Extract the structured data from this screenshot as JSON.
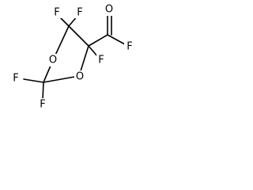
{
  "molecule": {
    "atoms": [
      {
        "id": "F_top_left",
        "symbol": "F"
      },
      {
        "id": "F_top_right",
        "symbol": "F"
      },
      {
        "id": "O_ring_left",
        "symbol": "O"
      },
      {
        "id": "O_ring_right",
        "symbol": "O"
      },
      {
        "id": "F_bottom_left_a",
        "symbol": "F"
      },
      {
        "id": "F_bottom_left_b",
        "symbol": "F"
      },
      {
        "id": "F_ring_right",
        "symbol": "F"
      },
      {
        "id": "O_carbonyl",
        "symbol": "O"
      },
      {
        "id": "F_acyl",
        "symbol": "F"
      }
    ],
    "bonds": [
      {
        "from": "C5",
        "to": "F_top_left",
        "order": 1
      },
      {
        "from": "C5",
        "to": "F_top_right",
        "order": 1
      },
      {
        "from": "C5",
        "to": "C4",
        "order": 1
      },
      {
        "from": "C5",
        "to": "O_ring_left",
        "order": 1
      },
      {
        "from": "O_ring_left",
        "to": "C2",
        "order": 1
      },
      {
        "from": "C2",
        "to": "F_bottom_left_a",
        "order": 1
      },
      {
        "from": "C2",
        "to": "F_bottom_left_b",
        "order": 1
      },
      {
        "from": "C2",
        "to": "O_ring_right",
        "order": 1
      },
      {
        "from": "O_ring_right",
        "to": "C4",
        "order": 1
      },
      {
        "from": "C4",
        "to": "F_ring_right",
        "order": 1
      },
      {
        "from": "C4",
        "to": "C_acyl",
        "order": 1
      },
      {
        "from": "C_acyl",
        "to": "O_carbonyl",
        "order": 2
      },
      {
        "from": "C_acyl",
        "to": "F_acyl",
        "order": 1
      }
    ]
  }
}
